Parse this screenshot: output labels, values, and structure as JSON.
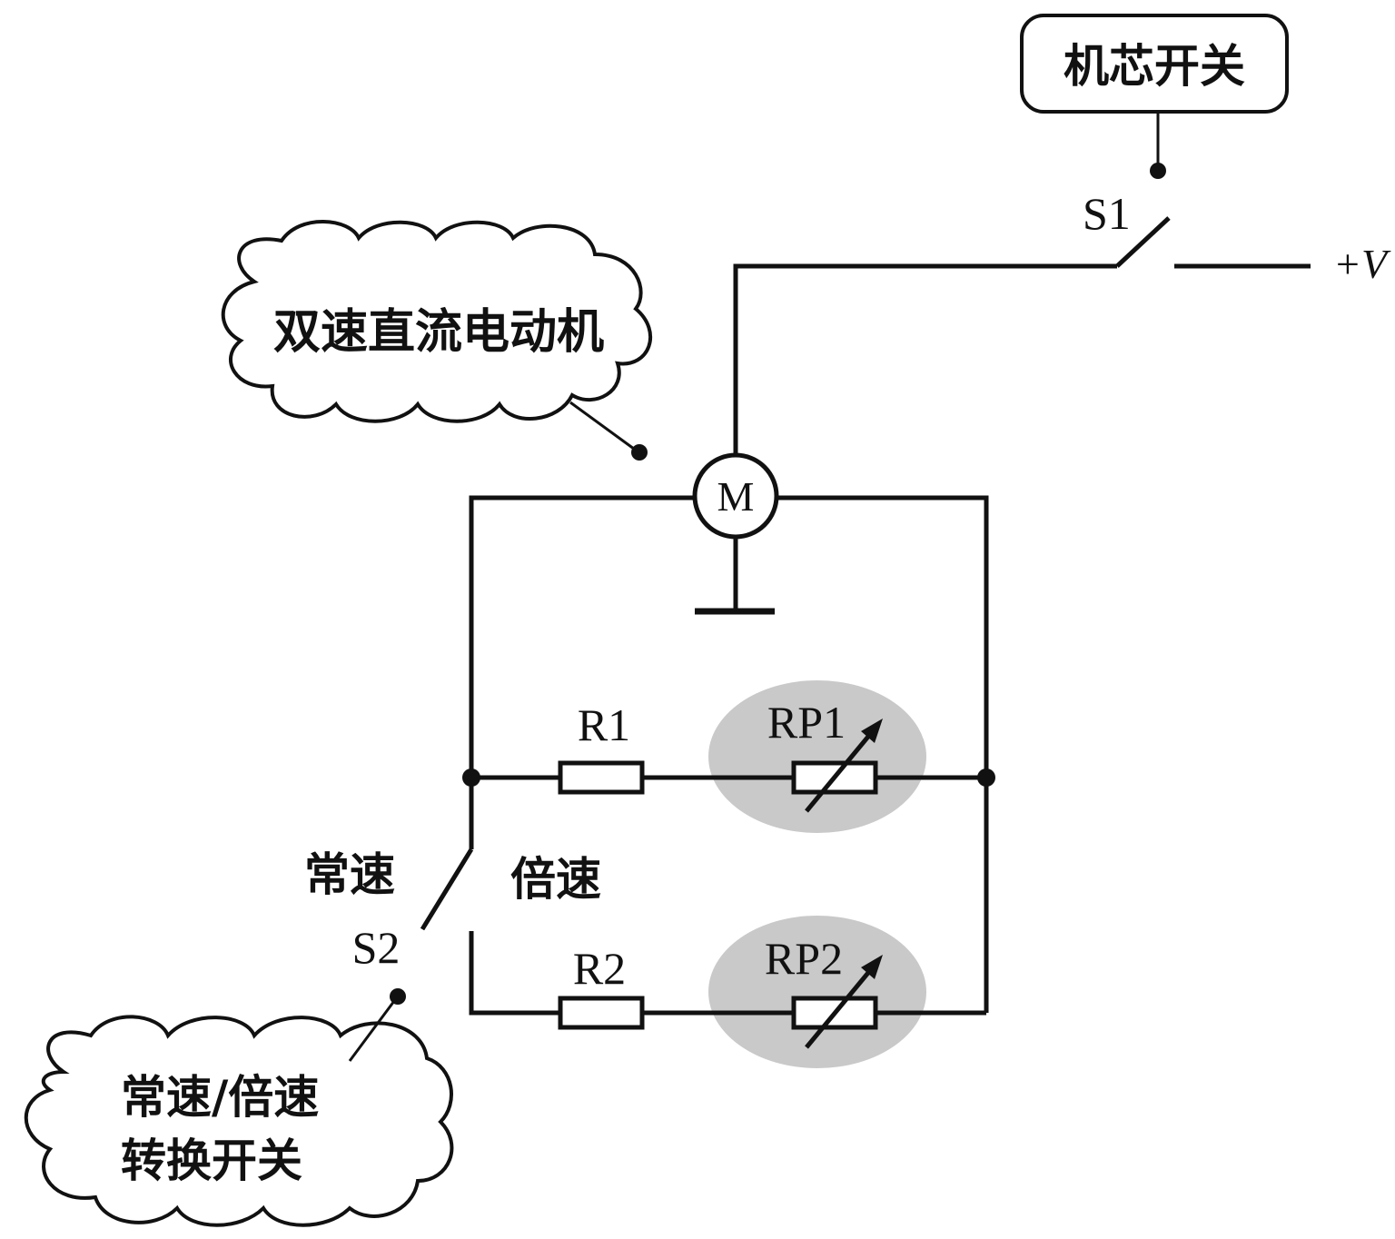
{
  "labels": {
    "core_switch": "机芯开关",
    "s1": "S1",
    "supply": "+V",
    "motor_callout": "双速直流电动机",
    "motor": "M",
    "r1": "R1",
    "rp1": "RP1",
    "r2": "R2",
    "rp2": "RP2",
    "normal_speed": "常速",
    "double_speed": "倍速",
    "s2": "S2",
    "switch_callout_line1": "常速/倍速",
    "switch_callout_line2": "转换开关"
  }
}
